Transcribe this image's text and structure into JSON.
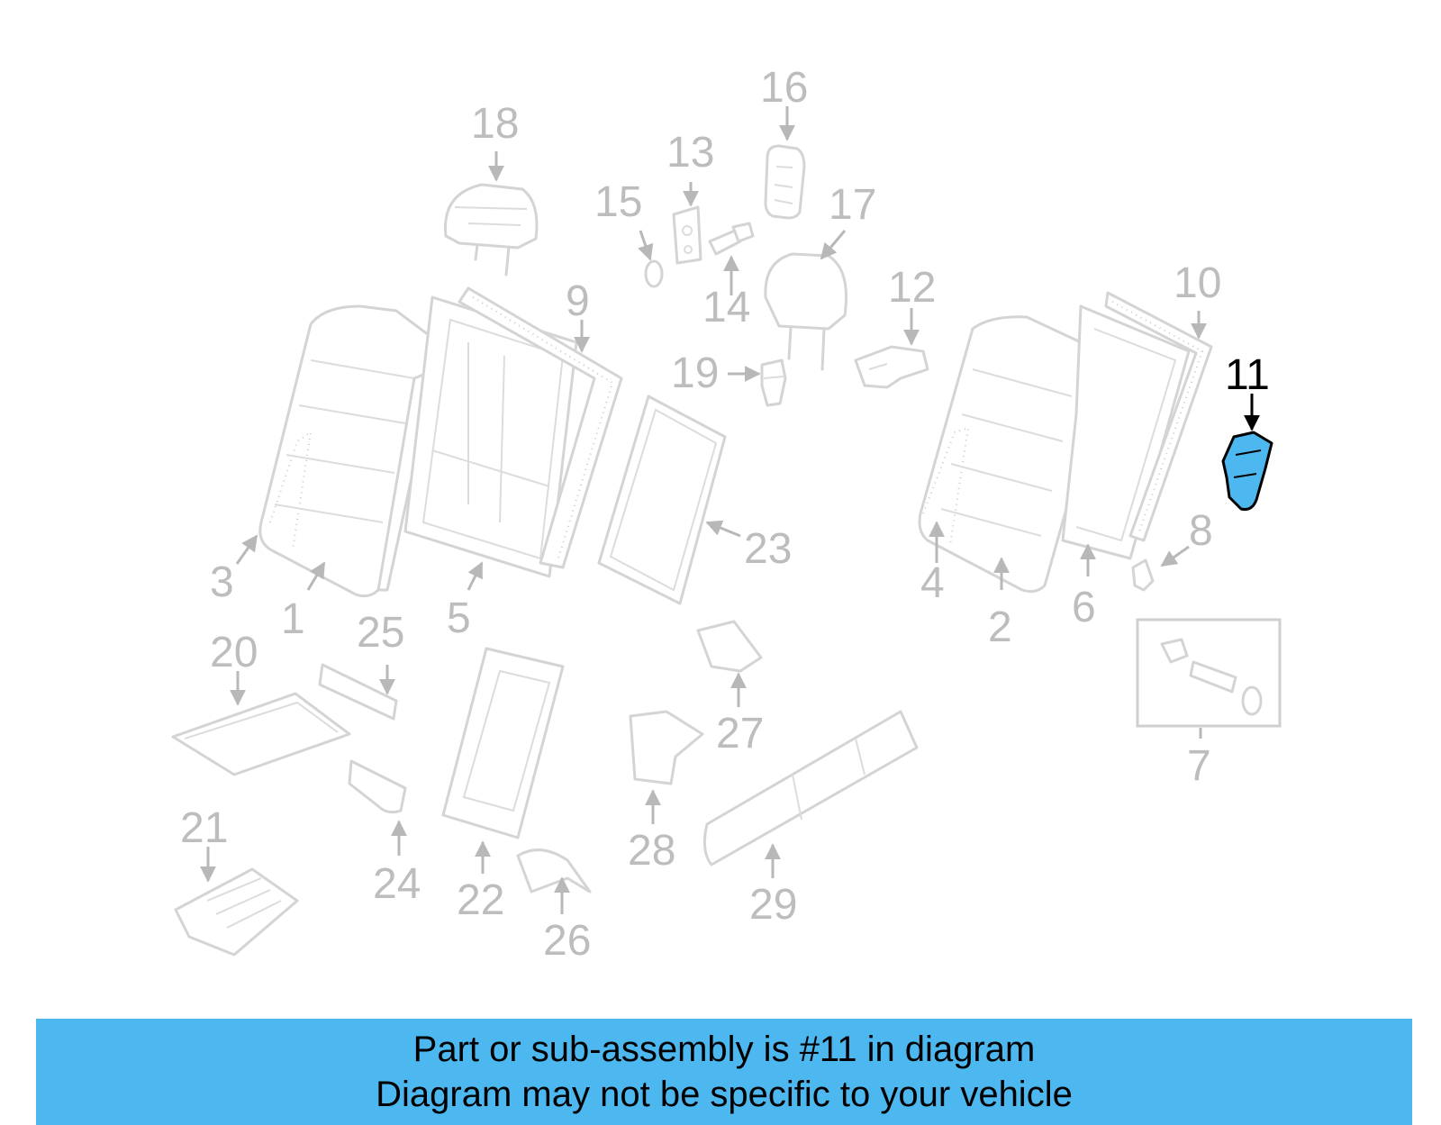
{
  "callouts": [
    "1",
    "2",
    "3",
    "4",
    "5",
    "6",
    "7",
    "8",
    "9",
    "10",
    "11",
    "12",
    "13",
    "14",
    "15",
    "16",
    "17",
    "18",
    "19",
    "20",
    "21",
    "22",
    "23",
    "24",
    "25",
    "26",
    "27",
    "28",
    "29"
  ],
  "highlighted_part": "11",
  "colors": {
    "highlight": "#4db8f0",
    "banner": "#4db8f0",
    "inactive": "#bdbdbd",
    "active": "#000000"
  },
  "banner": {
    "line1": "Part or sub-assembly is #11 in diagram",
    "line2": "Diagram may not be specific to your vehicle"
  }
}
